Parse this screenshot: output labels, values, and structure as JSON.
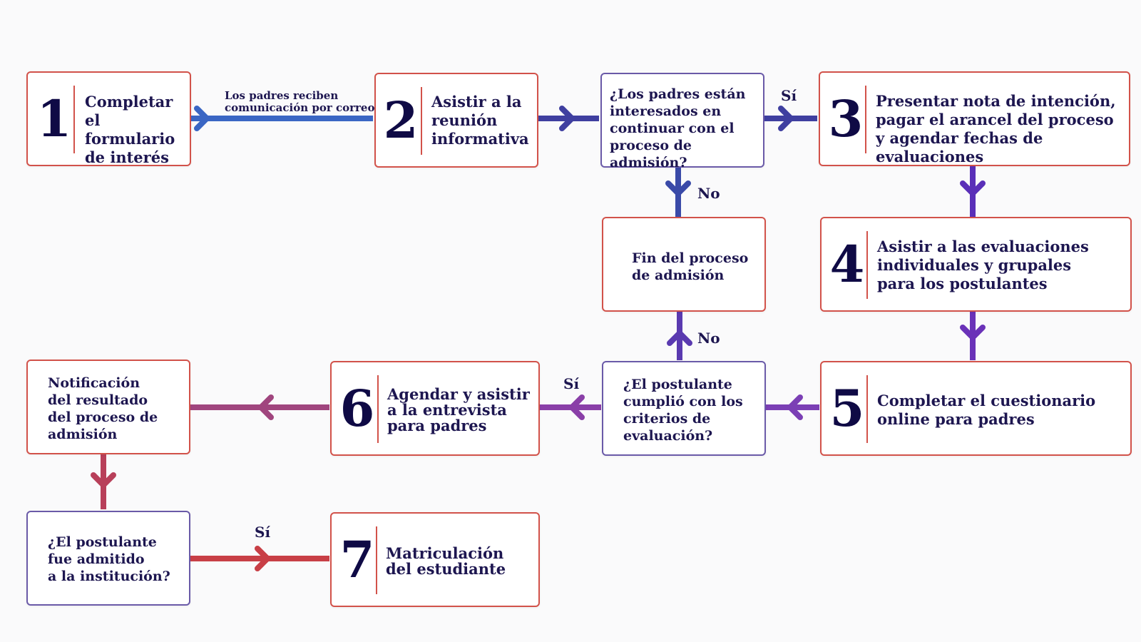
{
  "steps": {
    "s1": {
      "number": "1",
      "lines": [
        "Completar el",
        "formulario",
        "de interés"
      ]
    },
    "s2": {
      "number": "2",
      "lines": [
        "Asistir a la",
        "reunión",
        "informativa"
      ]
    },
    "s3": {
      "number": "3",
      "lines": [
        "Presentar nota de intención,",
        "pagar el arancel del proceso",
        "y agendar fechas de evaluaciones"
      ]
    },
    "s4": {
      "number": "4",
      "lines": [
        "Asistir a las evaluaciones",
        "individuales y grupales",
        "para los postulantes"
      ]
    },
    "s5": {
      "number": "5",
      "lines": [
        "Completar el cuestionario",
        "online para padres"
      ]
    },
    "s6": {
      "number": "6",
      "lines": [
        "Agendar y asistir",
        "a la entrevista",
        "para padres"
      ]
    },
    "s7": {
      "number": "7",
      "lines": [
        "Matriculación",
        "del estudiante"
      ]
    }
  },
  "decisions": {
    "d1": {
      "lines": [
        "¿Los padres están",
        "interesados en",
        "continuar con el",
        "proceso de admisión?"
      ]
    },
    "d2": {
      "lines": [
        "¿El postulante",
        "cumplió con los",
        "criterios de",
        "evaluación?"
      ]
    },
    "d3": {
      "lines": [
        "¿El postulante",
        "fue admitido",
        "a la institución?"
      ]
    }
  },
  "nodes": {
    "end": {
      "lines": [
        "Fin del proceso",
        "de admisión"
      ]
    },
    "notify": {
      "lines": [
        "Notificación",
        "del resultado",
        "del proceso de",
        "admisión"
      ]
    }
  },
  "edge_labels": {
    "email": {
      "lines": [
        "Los padres reciben",
        "comunicación por correo"
      ]
    },
    "yes1": "Sí",
    "no1": "No",
    "no2": "No",
    "yes2": "Sí",
    "yes3": "Sí"
  },
  "colors": {
    "blue": "#3a66c4",
    "indigo": "#3f3fa0",
    "violet": "#5a2fb8",
    "purple": "#7b3fb5",
    "magenta": "#a0457e",
    "red": "#c83f46",
    "border_red": "#d2524a",
    "border_purple": "#6a5aa8"
  }
}
